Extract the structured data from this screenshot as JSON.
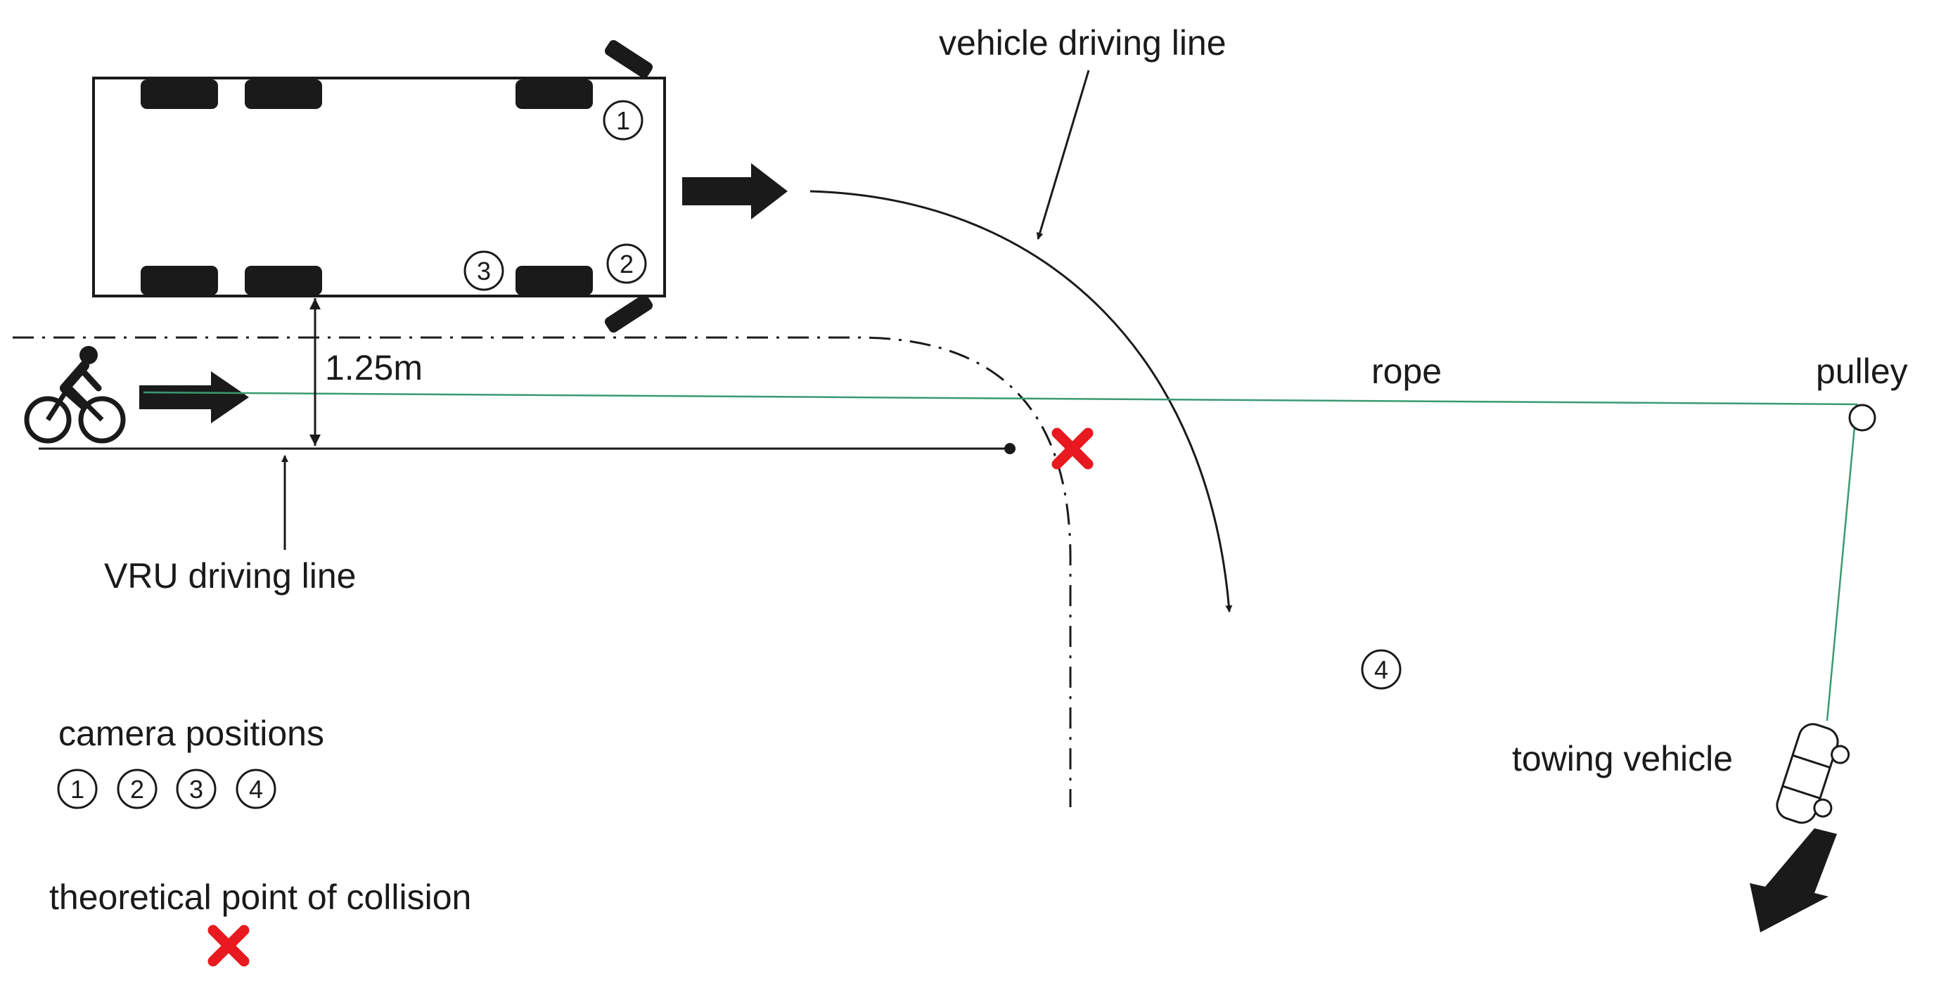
{
  "labels": {
    "vehicle_driving_line": "vehicle driving line",
    "rope": "rope",
    "pulley": "pulley",
    "distance": "1.25m",
    "vru_driving_line": "VRU driving line",
    "towing_vehicle": "towing vehicle",
    "camera_positions": "camera positions",
    "collision_point": "theoretical point of collision"
  },
  "cameras": [
    "1",
    "2",
    "3",
    "4"
  ],
  "colors": {
    "line": "#1a1a1a",
    "rope": "#3a9a72",
    "collision_marker": "#e8191f"
  },
  "icons": {
    "cyclist": "bicycle-rider-icon",
    "collision": "cross-mark-icon",
    "pulley": "circle-icon",
    "towing": "car-outline-icon"
  }
}
